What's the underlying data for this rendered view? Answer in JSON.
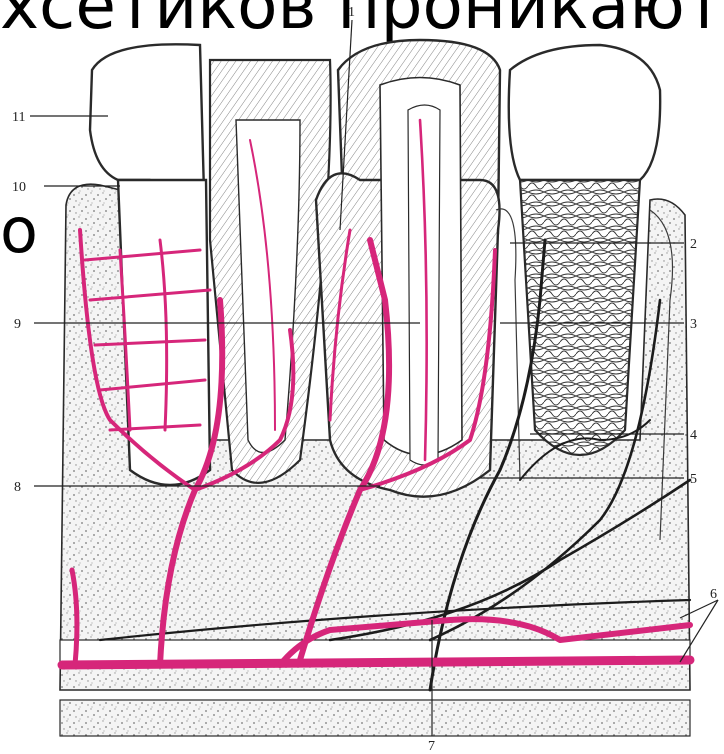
{
  "heading_fragment": "хсетиков проникают в",
  "stray_letter": "о",
  "labels": {
    "l1": "1",
    "l2": "2",
    "l3": "3",
    "l4": "4",
    "l5": "5",
    "l6": "6",
    "l7": "7",
    "l8": "8",
    "l9": "9",
    "l10": "10",
    "l11": "11"
  },
  "colors": {
    "vessel": "#d6267a",
    "ink": "#222222",
    "bone": "#f3f3f3"
  }
}
